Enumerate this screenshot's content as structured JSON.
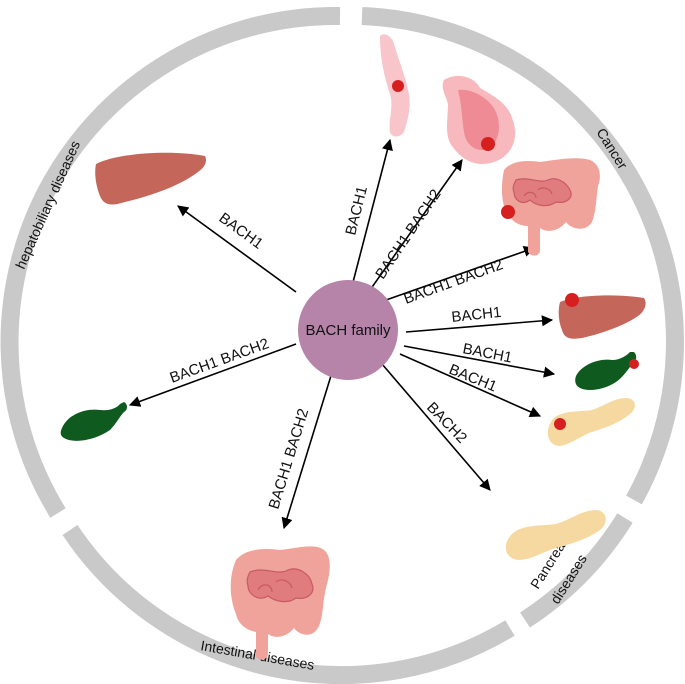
{
  "center": {
    "label": "BACH family",
    "color": "#b584a8"
  },
  "ring_color": "#c9c9c9",
  "segments": {
    "hepatobiliary": "hepatobiliary diseases",
    "cancer": "Cancer",
    "intestinal": "Intestinal diseases",
    "pancreatic_line1": "Pancreatic",
    "pancreatic_line2": "diseases"
  },
  "arrows": {
    "liver_hepatobiliary": "BACH1",
    "gallbladder_hepatobiliary": "BACH1 BACH2",
    "intestine_intestinal": "BACH1 BACH2",
    "esophagus_cancer": "BACH1",
    "stomach_cancer": "BACH1 BACH2",
    "colon_cancer": "BACH1  BACH2",
    "liver_cancer": "BACH1",
    "gallbladder_cancer": "BACH1",
    "pancreas_cancer": "BACH1",
    "pancreas_pancreatic": "BACH2"
  },
  "organ_colors": {
    "liver": "#c4675a",
    "gallbladder": "#0f5a1e",
    "pancreas": "#f6d9a0",
    "intestine_outer": "#f0a39a",
    "intestine_inner": "#e07b7e",
    "stomach": "#f7b9be",
    "stomach_inner": "#ee8b95",
    "esophagus": "#f8c5ca",
    "tumor": "#d62020"
  }
}
